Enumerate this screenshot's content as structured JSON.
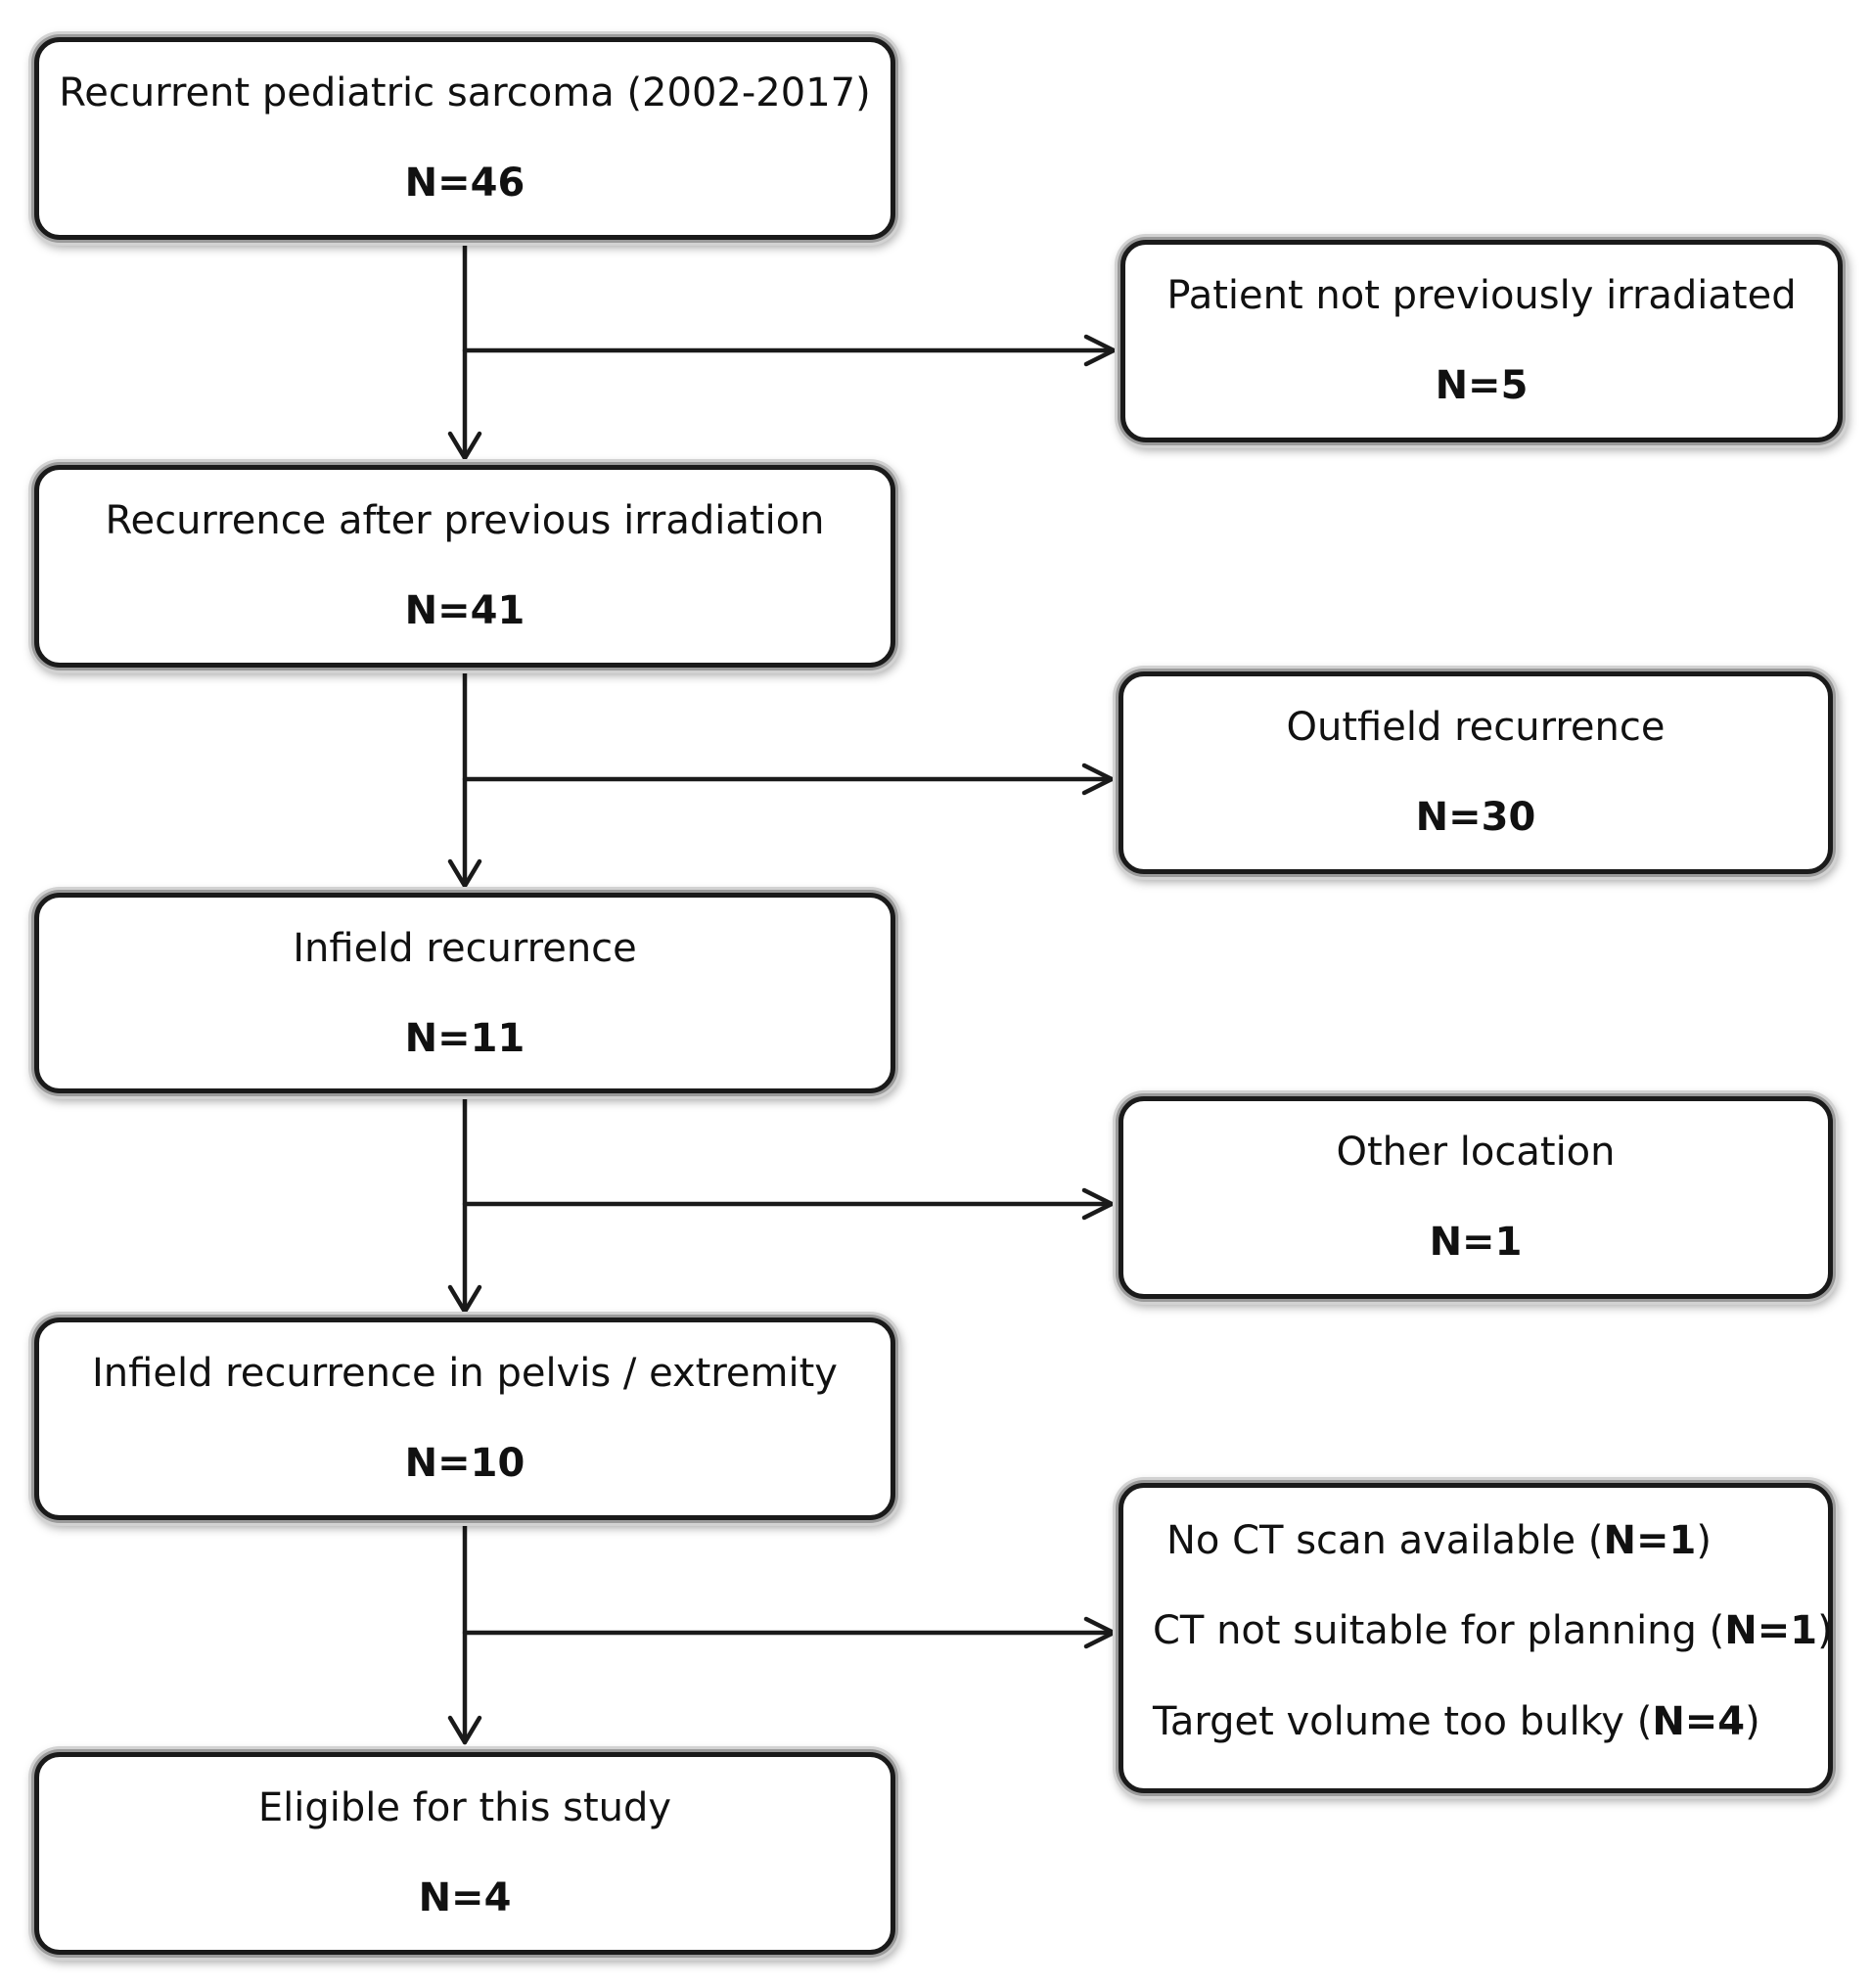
{
  "main_flow": [
    {
      "label": "Recurrent pediatric sarcoma (2002-2017)",
      "count": "N=46"
    },
    {
      "label": "Recurrence after previous irradiation",
      "count": "N=41"
    },
    {
      "label": "Infield recurrence",
      "count": "N=11"
    },
    {
      "label": "Infield recurrence in pelvis / extremity",
      "count": "N=10"
    },
    {
      "label": "Eligible for this study",
      "count": "N=4"
    }
  ],
  "exclusions": [
    {
      "label": "Patient not previously irradiated",
      "count": "N=5"
    },
    {
      "label": "Outfield recurrence",
      "count": "N=30"
    },
    {
      "label": "Other location",
      "count": "N=1"
    }
  ],
  "final_exclusion": {
    "reasons": [
      {
        "text": "No CT scan available",
        "count": "N=1"
      },
      {
        "text": "CT not suitable for planning",
        "count": "N=1"
      },
      {
        "text": "Target volume too bulky",
        "count": "N=4"
      }
    ]
  },
  "colors": {
    "line": "#1a1a1a",
    "box_border": "#1a1a1a",
    "background": "#ffffff"
  }
}
